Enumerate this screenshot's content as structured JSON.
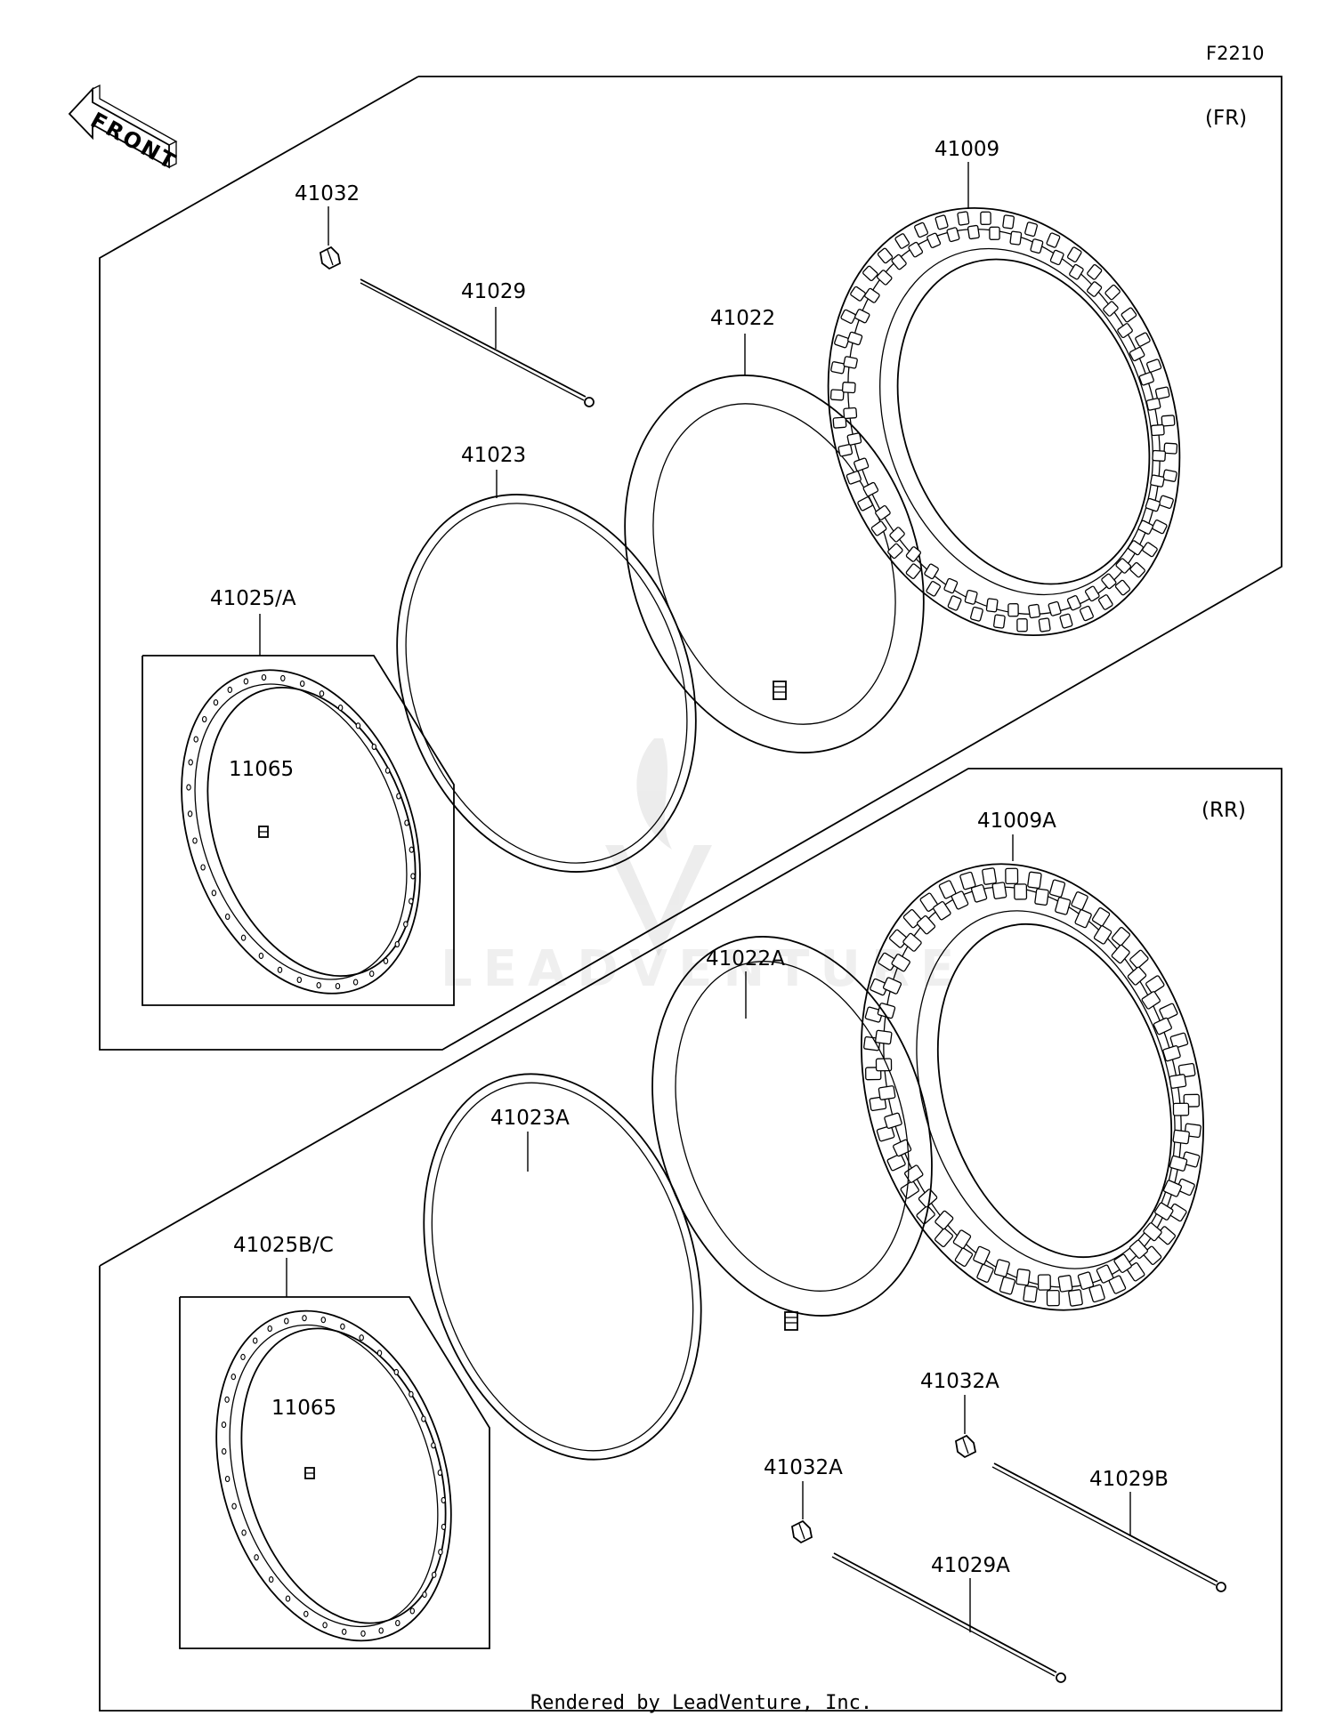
{
  "figure_code": "F2210",
  "front_arrow_label": "FRONT",
  "sections": {
    "front": {
      "tag": "(FR)"
    },
    "rear": {
      "tag": "(RR)"
    }
  },
  "parts": {
    "fr_valve_cap": "41032",
    "fr_spoke": "41029",
    "fr_tube": "41022",
    "fr_tire": "41009",
    "fr_rim_band": "41023",
    "fr_rim": "41025/A",
    "fr_rim_nipple": "11065",
    "rr_tire": "41009A",
    "rr_tube": "41022A",
    "rr_rim_band": "41023A",
    "rr_rim": "41025B/C",
    "rr_rim_nipple": "11065",
    "rr_valve_cap_upper": "41032A",
    "rr_valve_cap_lower": "41032A",
    "rr_spoke_b": "41029B",
    "rr_spoke_a": "41029A"
  },
  "watermark": "LEADVENTURE",
  "footer": "Rendered by LeadVenture, Inc."
}
